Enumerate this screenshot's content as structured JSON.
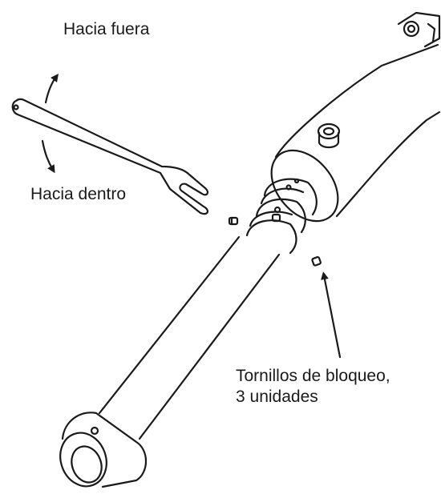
{
  "labels": {
    "outward": "Hacia fuera",
    "inward": "Hacia dentro",
    "locking_screws_line1": "Tornillos de bloqueo,",
    "locking_screws_line2": "3 unidades"
  },
  "colors": {
    "stroke": "#1a1a1a",
    "background": "#ffffff"
  }
}
